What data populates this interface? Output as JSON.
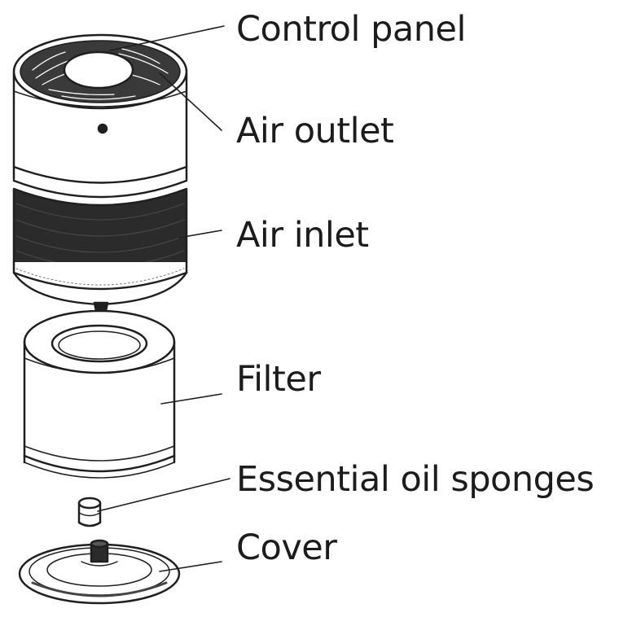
{
  "labels": {
    "control_panel": "Control panel",
    "air_outlet": "Air outlet",
    "air_inlet": "Air inlet",
    "filter": "Filter",
    "essential_oil_sponges": "Essential oil sponges",
    "cover": "Cover"
  },
  "colors": {
    "line": "#1f1f1f",
    "dark_band": "#2b2b2b",
    "grille": "#3a3a3a"
  }
}
